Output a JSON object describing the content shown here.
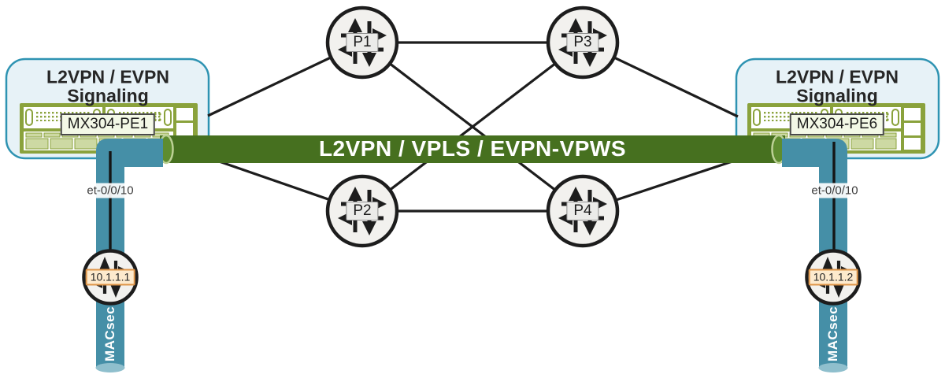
{
  "diagram": {
    "backbone_label": "L2VPN / VPLS / EVPN-VPWS",
    "pe_left": {
      "title_line1": "L2VPN / EVPN",
      "title_line2": "Signaling",
      "device_label": "MX304-PE1",
      "interface_label": "et-0/0/10",
      "ce_label": "10.1.1.1",
      "link_label": "MACsec"
    },
    "pe_right": {
      "title_line1": "L2VPN / EVPN",
      "title_line2": "Signaling",
      "device_label": "MX304-PE6",
      "interface_label": "et-0/0/10",
      "ce_label": "10.1.1.2",
      "link_label": "MACsec"
    },
    "p_routers": [
      {
        "label": "P1"
      },
      {
        "label": "P2"
      },
      {
        "label": "P3"
      },
      {
        "label": "P4"
      }
    ],
    "colors": {
      "backbone_green": "#46701F",
      "bar_cap": "#5E8C2F",
      "bar_cap_rim": "#BCD095",
      "macsec_teal": "#458FA7",
      "teal_cap": "#8FBFCD",
      "pe_box_fill": "#E7F2F7",
      "pe_box_border": "#2E93B2",
      "node_fill": "#F2F1EE",
      "line_black": "#1D1D1D",
      "ip_label_fill": "#FDEACD",
      "ip_label_border": "#DE9549",
      "device_olive": "#8AA23C",
      "device_module": "#CDD9A3",
      "p_label_fill": "#EBEBE9",
      "mx_label_fill": "#F3F8E6"
    }
  }
}
